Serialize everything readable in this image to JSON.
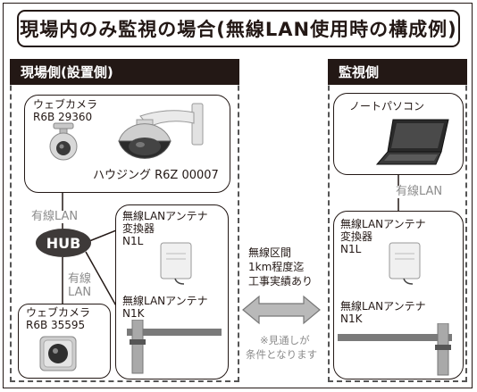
{
  "title": "現場内のみ監視の場合(無線LAN使用時の構成例)",
  "site_side": {
    "header": "現場側(設置側)",
    "camera_box": {
      "camera_label_line1": "ウェブカメラ",
      "camera_label_line2": "R6B 29360",
      "housing_label": "ハウジング R6Z 00007"
    },
    "wired_lan_label": "有線LAN",
    "hub_label": "HUB",
    "wired_lan2_line1": "有線",
    "wired_lan2_line2": "LAN",
    "camera2_line1": "ウェブカメラ",
    "camera2_line2": "R6B 35595",
    "antenna_box": {
      "converter_line1": "無線LANアンテナ",
      "converter_line2": "変換器",
      "converter_line3": "N1L",
      "antenna_line1": "無線LANアンテナ",
      "antenna_line2": "N1K"
    }
  },
  "middle": {
    "info_line1": "無線区間",
    "info_line2": "1km程度迄",
    "info_line3": "工事実績あり",
    "note_line1": "※見通しが",
    "note_line2": "条件となります"
  },
  "monitor_side": {
    "header": "監視側",
    "pc_label": "ノートパソコン",
    "wired_lan_label": "有線LAN",
    "converter_line1": "無線LANアンテナ",
    "converter_line2": "変換器",
    "converter_line3": "N1L",
    "antenna_line1": "無線LANアンテナ",
    "antenna_line2": "N1K"
  },
  "icons": [
    "ptz-camera-icon",
    "dome-camera-icon",
    "small-camera-icon",
    "laptop-icon",
    "converter-icon",
    "antenna-icon",
    "double-arrow-icon"
  ]
}
